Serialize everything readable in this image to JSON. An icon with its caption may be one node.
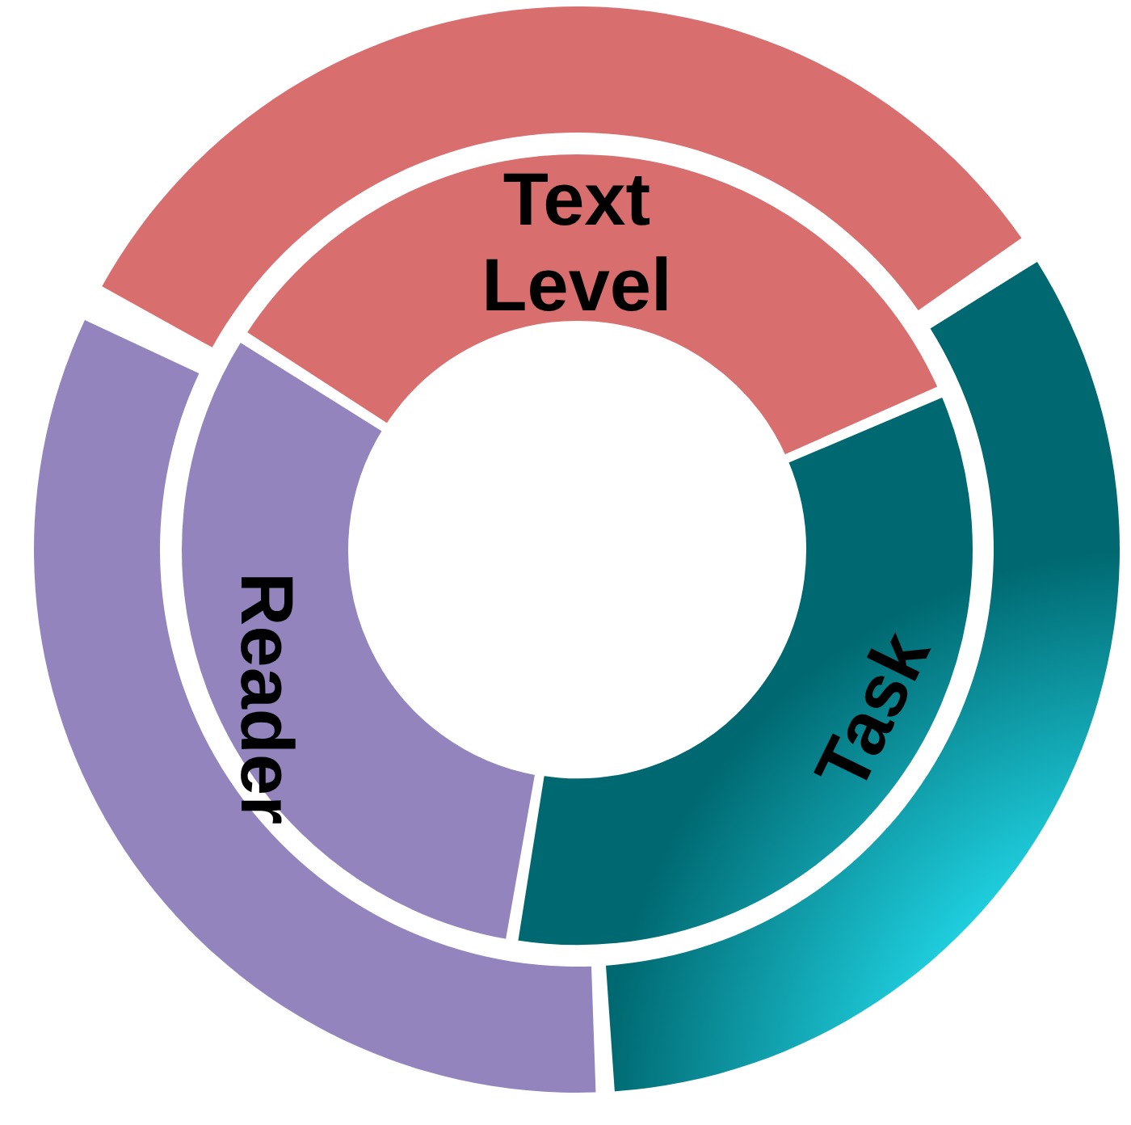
{
  "diagram": {
    "nodes": [
      {
        "text": [
          "Text Level"
        ]
      },
      {
        "text": [
          "Task"
        ]
      },
      {
        "text": [
          "Reader"
        ]
      }
    ]
  }
}
